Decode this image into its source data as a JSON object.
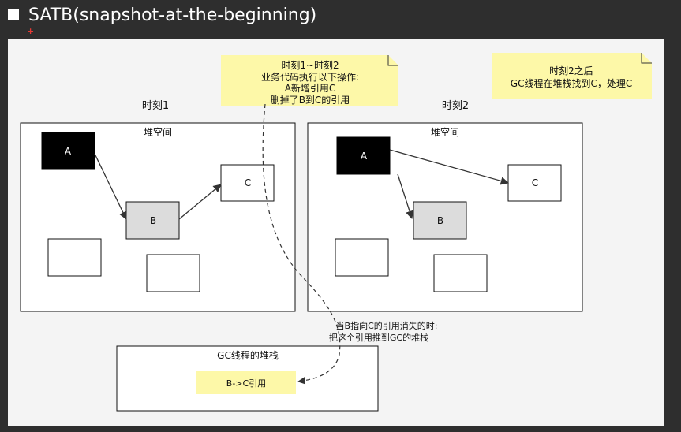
{
  "slide": {
    "title": "SATB(snapshot-at-the-beginning)"
  },
  "diagram": {
    "note_top": {
      "lines": [
        "时刻1~时刻2",
        "业务代码执行以下操作:",
        "A新增引用C",
        "删掉了B到C的引用"
      ]
    },
    "note_right": {
      "lines": [
        "时刻2之后",
        "GC线程在堆栈找到C，处理C"
      ]
    },
    "moment1": {
      "label": "时刻1",
      "heap_label": "堆空间",
      "node_a": "A",
      "node_b": "B",
      "node_c": "C"
    },
    "moment2": {
      "label": "时刻2",
      "heap_label": "堆空间",
      "node_a": "A",
      "node_b": "B",
      "node_c": "C"
    },
    "annotation": {
      "lines": [
        "当B指向C的引用消失的时:",
        "把这个引用推到GC的堆栈"
      ]
    },
    "gc_stack": {
      "label": "GC线程的堆栈",
      "entry": "B->C引用"
    }
  },
  "colors": {
    "note_fill": "#fdf8a8",
    "node_black": "#000000",
    "node_gray": "#dcdcdc",
    "canvas": "#f4f4f4"
  }
}
